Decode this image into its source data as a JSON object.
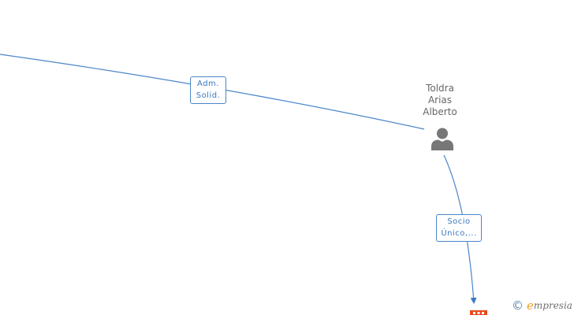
{
  "nodes": {
    "person": {
      "name_lines": [
        "Toldra",
        "Arias",
        "Alberto"
      ],
      "icon": "person-icon"
    },
    "company": {
      "icon": "building-icon",
      "color": "#e8491d"
    }
  },
  "edges": [
    {
      "from": "offscreen-left",
      "to": "person",
      "label_lines": [
        "Adm.",
        "Solid."
      ]
    },
    {
      "from": "person",
      "to": "company",
      "label_lines": [
        "Socio",
        "Único,..."
      ]
    }
  ],
  "watermark": {
    "copyright_symbol": "©",
    "brand_initial": "e",
    "brand_rest": "mpresia"
  },
  "colors": {
    "edge": "#4a86c8",
    "label_text": "#3a78c0",
    "node_text": "#666666",
    "person_icon": "#777777",
    "company_icon": "#e8491d",
    "brand_accent": "#f0a020"
  }
}
